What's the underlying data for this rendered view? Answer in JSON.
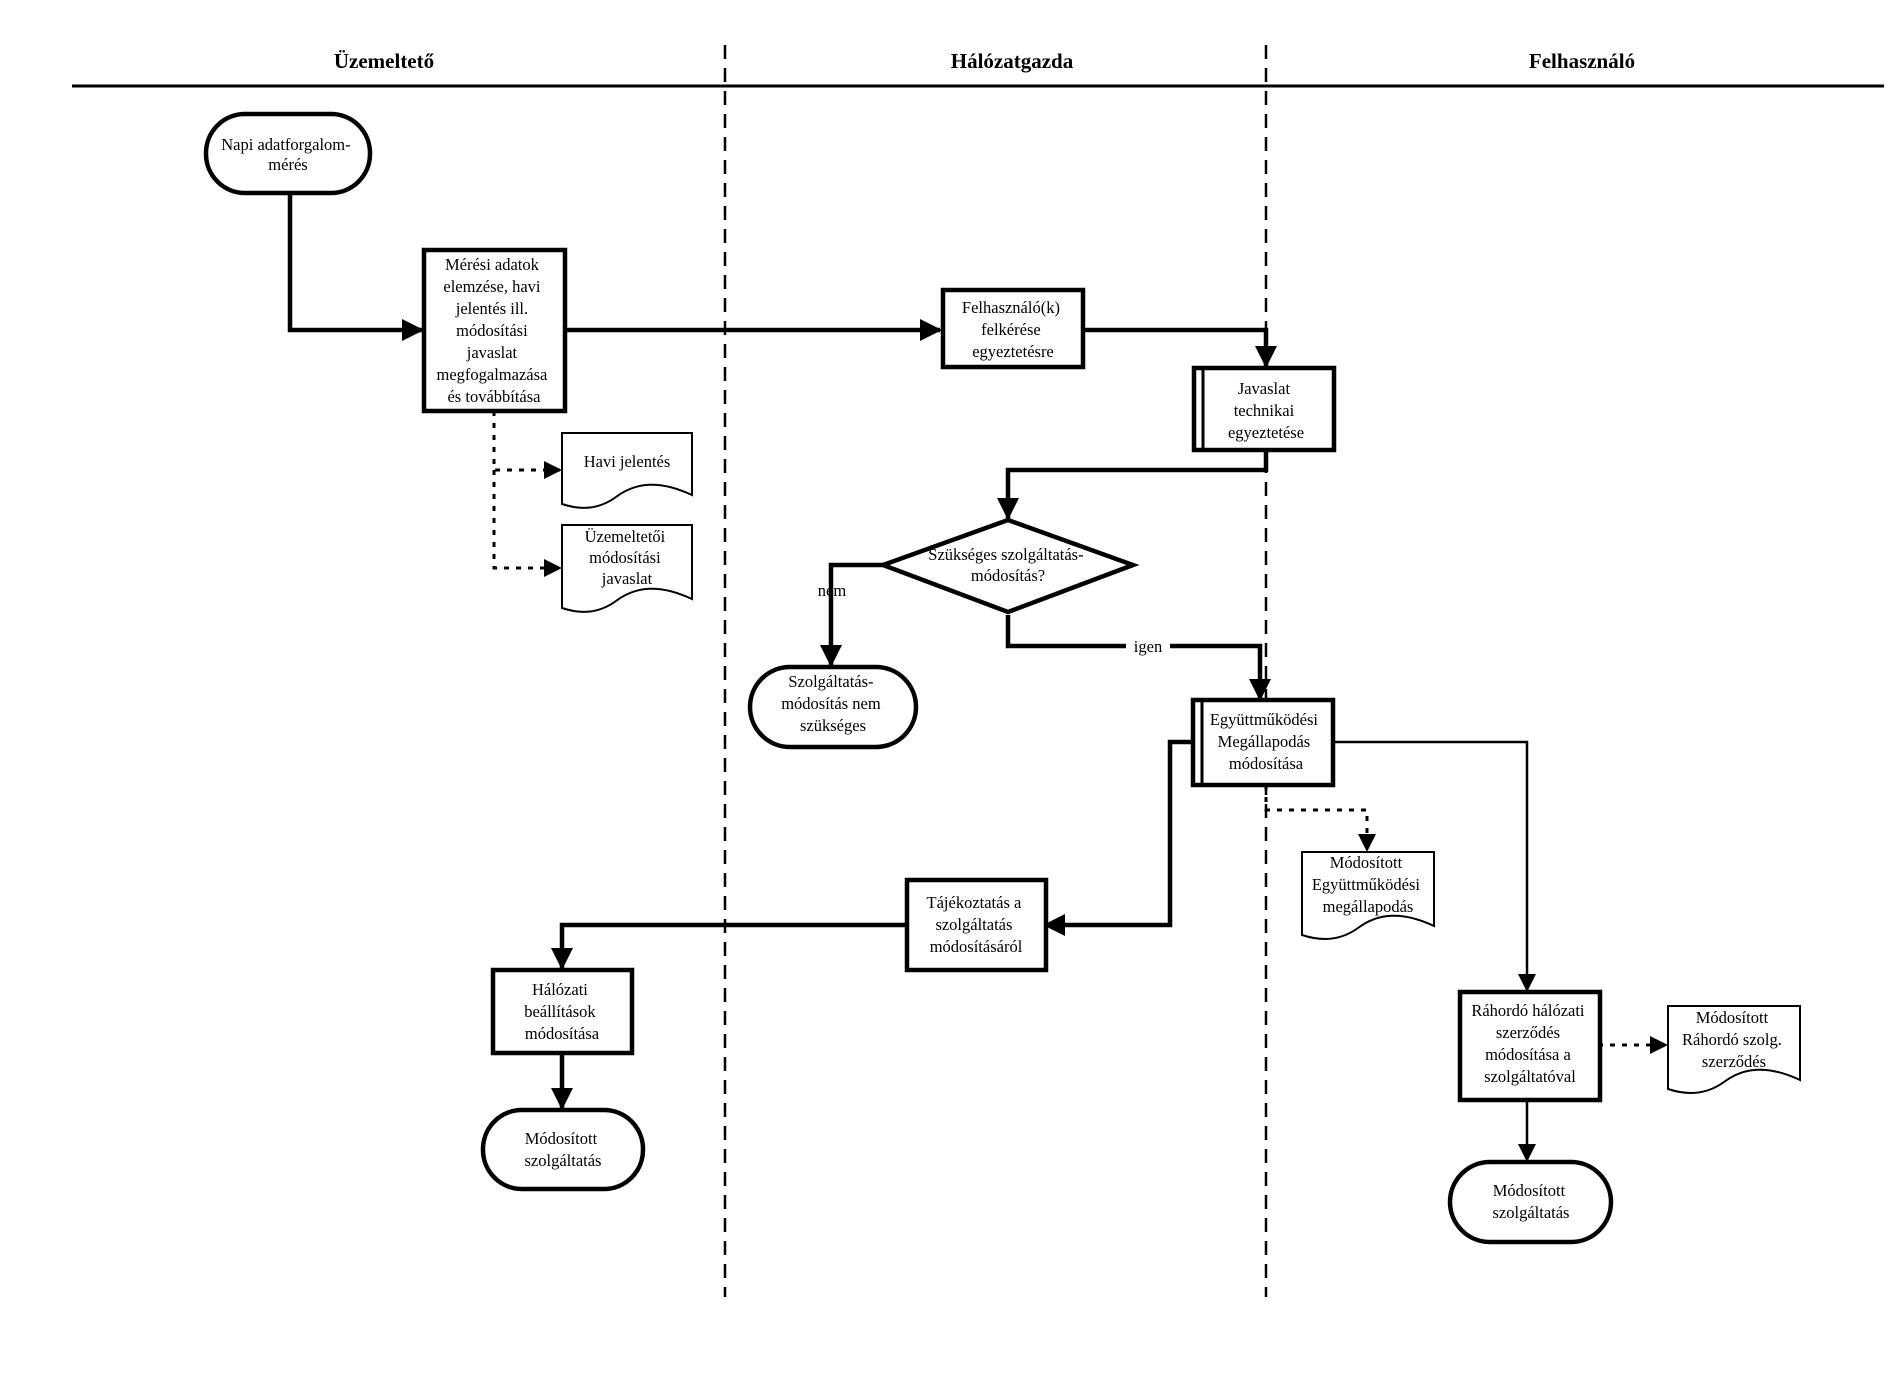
{
  "lanes": [
    {
      "id": "lane-uzemelteto",
      "title": "Üzemeltető"
    },
    {
      "id": "lane-halozatgazda",
      "title": "Hálózatgazda"
    },
    {
      "id": "lane-felhasznalo",
      "title": "Felhasználó"
    }
  ],
  "nodes": [
    {
      "id": "napi-adatforgalom",
      "kind": "terminal",
      "lines": [
        "Napi adatforgalom-",
        "mérés"
      ]
    },
    {
      "id": "meresi-adatok",
      "kind": "process",
      "lines": [
        "Mérési adatok",
        "elemzése, havi",
        "jelentés ill.",
        "módosítási",
        "javaslat",
        "megfogalmazása",
        "és továbbítása"
      ]
    },
    {
      "id": "havi-jelentes",
      "kind": "document",
      "lines": [
        "Havi jelentés"
      ]
    },
    {
      "id": "uzemeltetoi-javaslat",
      "kind": "document",
      "lines": [
        "Üzemeltetői",
        "módosítási",
        "javaslat"
      ]
    },
    {
      "id": "felhasznalok-felkerese",
      "kind": "process",
      "lines": [
        "Felhasználó(k)",
        "felkérése",
        "egyeztetésre"
      ]
    },
    {
      "id": "javaslat-egyeztetese",
      "kind": "process",
      "lines": [
        "Javaslat",
        "technikai",
        "egyeztetése"
      ]
    },
    {
      "id": "szukseges-modositas",
      "kind": "decision",
      "lines": [
        "Szükséges szolgáltatás-",
        "módosítás?"
      ]
    },
    {
      "id": "nem-szukseges",
      "kind": "terminal",
      "lines": [
        "Szolgáltatás-",
        "módosítás nem",
        "szükséges"
      ]
    },
    {
      "id": "egyuttmukodesi-modositasa",
      "kind": "process",
      "lines": [
        "Együttműködési",
        "Megállapodás",
        "módosítása"
      ]
    },
    {
      "id": "modositott-megallapodas",
      "kind": "document",
      "lines": [
        "Módosított",
        "Együttműködési",
        "megállapodás"
      ]
    },
    {
      "id": "tajekoztatas",
      "kind": "process",
      "lines": [
        "Tájékoztatás a",
        "szolgáltatás",
        "módosításáról"
      ]
    },
    {
      "id": "halozati-beallitasok",
      "kind": "process",
      "lines": [
        "Hálózati",
        "beállítások",
        "módosítása"
      ]
    },
    {
      "id": "modositott-szolgaltatas-1",
      "kind": "terminal",
      "lines": [
        "Módosított",
        "szolgáltatás"
      ]
    },
    {
      "id": "rahordo-szerzodes",
      "kind": "process",
      "lines": [
        "Ráhordó hálózati",
        "szerződés",
        "módosítása a",
        "szolgáltatóval"
      ]
    },
    {
      "id": "modositott-rahordo",
      "kind": "document",
      "lines": [
        "Módosított",
        "Ráhordó szolg.",
        "szerződés"
      ]
    },
    {
      "id": "modositott-szolgaltatas-2",
      "kind": "terminal",
      "lines": [
        "Módosított",
        "szolgáltatás"
      ]
    }
  ],
  "edge_labels": {
    "no": "nem",
    "yes": "igen"
  }
}
